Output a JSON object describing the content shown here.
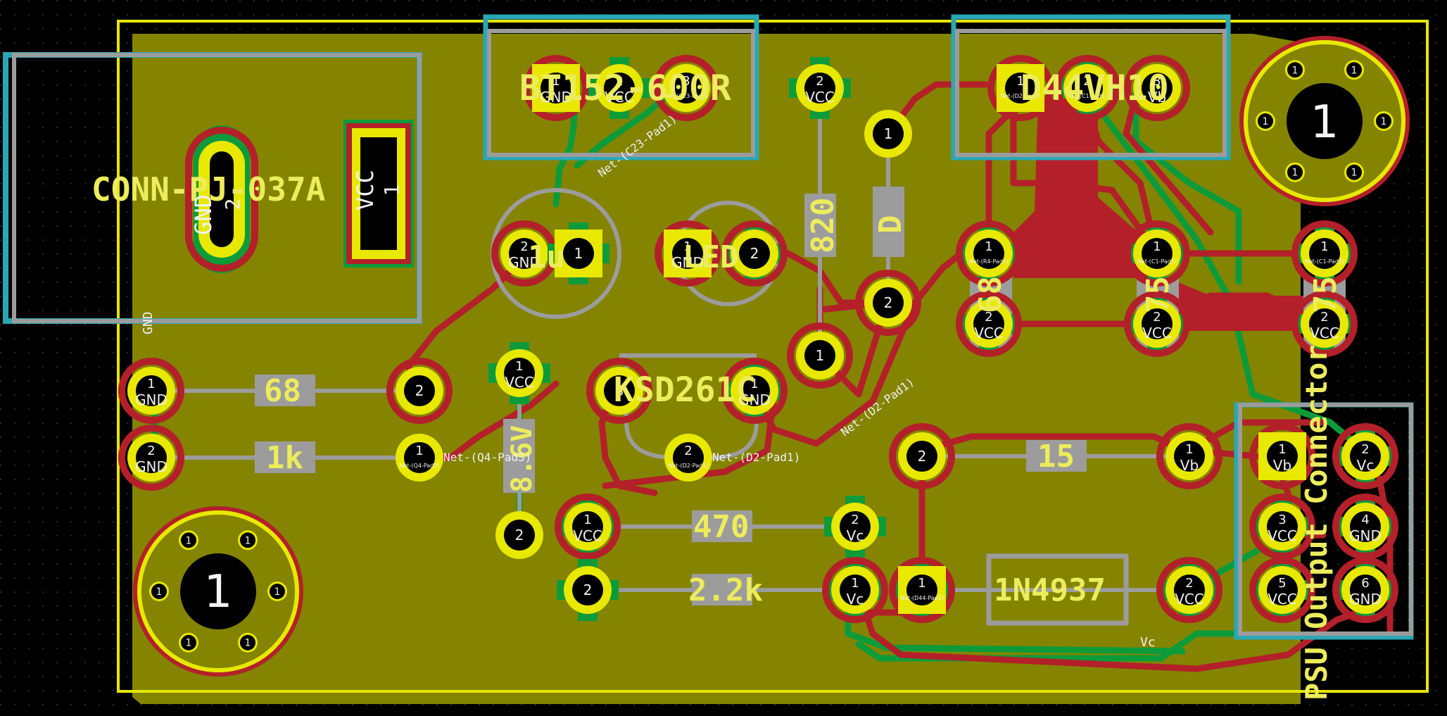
{
  "app": {
    "name": "PCB layout editor",
    "view": "board canvas"
  },
  "colors": {
    "background": "#000000",
    "grid": "#3a3a3a",
    "board_edge": "#e6e600",
    "copper_fill": "#848400",
    "track_front": "#b3202a",
    "track_back": "#0d9b3a",
    "silkscreen": "#ecec5c",
    "fab_outline": "#9c9c9c",
    "courtyard": "#2aa7b5",
    "pad_ring": "#e8e800",
    "pad_hole": "#000000"
  },
  "components": [
    {
      "ref": "CONN-PJ-037A",
      "pads": [
        {
          "num": "2",
          "net": "GND"
        },
        {
          "num": "1",
          "net": "VCC"
        }
      ]
    },
    {
      "ref": "BT152-600R",
      "pads": [
        {
          "num": "1",
          "net": "GND"
        },
        {
          "num": "2",
          "net": "VCC"
        },
        {
          "num": "3",
          "net": "Net-(C23-Pad1)"
        }
      ]
    },
    {
      "ref": "D44VH10",
      "pads": [
        {
          "num": "1",
          "net": "Net-(D2-Pad1)"
        },
        {
          "num": "2",
          "net": "Net-(C1-Pad1)"
        },
        {
          "num": "3",
          "net": "Vb"
        }
      ]
    },
    {
      "ref": "1u",
      "pads": [
        {
          "num": "2",
          "net": "GND"
        },
        {
          "num": "1",
          "net": ""
        }
      ]
    },
    {
      "ref": "LED",
      "pads": [
        {
          "num": "1",
          "net": "GND"
        },
        {
          "num": "2",
          "net": ""
        }
      ]
    },
    {
      "ref": "820",
      "pads": [
        {
          "num": "2",
          "net": "VCC"
        },
        {
          "num": "1",
          "net": ""
        }
      ]
    },
    {
      "ref": "D",
      "pads": [
        {
          "num": "1",
          "net": ""
        },
        {
          "num": "2",
          "net": ""
        }
      ]
    },
    {
      "ref": "68",
      "pads": [
        {
          "num": "1",
          "net": "GND"
        },
        {
          "num": "2",
          "net": ""
        }
      ]
    },
    {
      "ref": "1k",
      "pads": [
        {
          "num": "2",
          "net": "GND"
        },
        {
          "num": "1",
          "net": "Net-(Q4-Pad3)"
        }
      ]
    },
    {
      "ref": "8.6V",
      "pads": [
        {
          "num": "1",
          "net": "VCC"
        },
        {
          "num": "2",
          "net": ""
        }
      ]
    },
    {
      "ref": "KSD261C",
      "pads": [
        {
          "num": "3",
          "net": ""
        },
        {
          "num": "2",
          "net": "Net-(D2-Pad1)"
        },
        {
          "num": "1",
          "net": "GND"
        }
      ]
    },
    {
      "ref": "470",
      "pads": [
        {
          "num": "1",
          "net": "VCC"
        },
        {
          "num": "2",
          "net": "Vc"
        }
      ]
    },
    {
      "ref": "2.2k",
      "pads": [
        {
          "num": "2",
          "net": ""
        },
        {
          "num": "1",
          "net": "Vc"
        }
      ]
    },
    {
      "ref": "15",
      "pads": [
        {
          "num": "2",
          "net": ""
        },
        {
          "num": "1",
          "net": "Vb"
        }
      ]
    },
    {
      "ref": "1N4937",
      "pads": [
        {
          "num": "1",
          "net": "Net-(D44-Pad1)"
        },
        {
          "num": "2",
          "net": "VCC"
        }
      ]
    },
    {
      "ref": "68",
      "pads": [
        {
          "num": "1",
          "net": "Net-(R4-Pad1)"
        },
        {
          "num": "2",
          "net": "VCC"
        }
      ]
    },
    {
      "ref": "75",
      "pads": [
        {
          "num": "1",
          "net": "Net-(C1-Pad1)"
        },
        {
          "num": "2",
          "net": "VCC"
        }
      ]
    },
    {
      "ref": "75",
      "pads": [
        {
          "num": "1",
          "net": "Net-(C1-Pad1)"
        },
        {
          "num": "2",
          "net": "VCC"
        }
      ]
    },
    {
      "ref": "PSU Output Connector",
      "pads": [
        {
          "num": "1",
          "net": "Vb"
        },
        {
          "num": "2",
          "net": "Vc"
        },
        {
          "num": "3",
          "net": "VCC"
        },
        {
          "num": "4",
          "net": "GND"
        },
        {
          "num": "5",
          "net": "VCC"
        },
        {
          "num": "6",
          "net": "GND"
        }
      ]
    }
  ],
  "mounting_holes": [
    {
      "label": "1",
      "pad_labels": [
        "1",
        "1",
        "1",
        "1",
        "1",
        "1"
      ]
    },
    {
      "label": "1",
      "pad_labels": [
        "1",
        "1",
        "1",
        "1",
        "1",
        "1"
      ]
    }
  ],
  "board_labels": {
    "gnd_vertical": "GND",
    "vc_bottom": "Vc",
    "net_c23": "Net-(C23-Pad1)",
    "net_d2_diag": "Net-(D2-Pad1)",
    "net_q4": "Net-(Q4-Pad3)",
    "net_d2": "Net-(D2-Pad1)"
  }
}
